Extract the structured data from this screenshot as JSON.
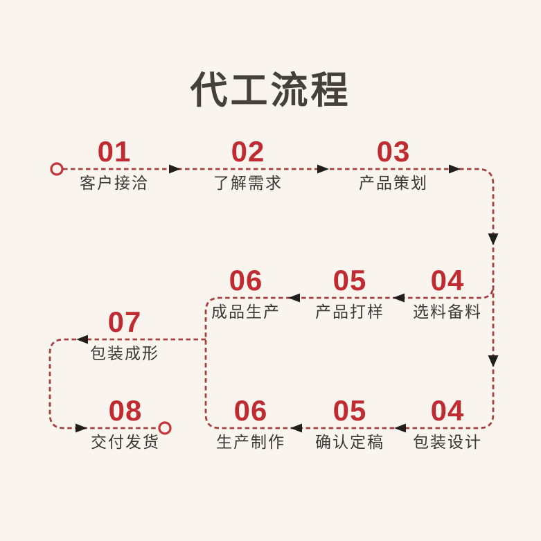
{
  "title": "代工流程",
  "colors": {
    "background": "#f9f4ee",
    "number_red": "#c02b31",
    "line_red": "#a4403d",
    "arrow_black": "#211e1c",
    "label_dark": "#3b3734",
    "title_dark": "#454039"
  },
  "steps": [
    {
      "num": "01",
      "label": "客户接洽"
    },
    {
      "num": "02",
      "label": "了解需求"
    },
    {
      "num": "03",
      "label": "产品策划"
    },
    {
      "num": "04",
      "label": "选料备料"
    },
    {
      "num": "05",
      "label": "产品打样"
    },
    {
      "num": "06",
      "label": "成品生产"
    },
    {
      "num": "07",
      "label": "包装成形"
    },
    {
      "num": "04",
      "label": "包装设计"
    },
    {
      "num": "05",
      "label": "确认定稿"
    },
    {
      "num": "06",
      "label": "生产制作"
    },
    {
      "num": "08",
      "label": "交付发货"
    }
  ]
}
